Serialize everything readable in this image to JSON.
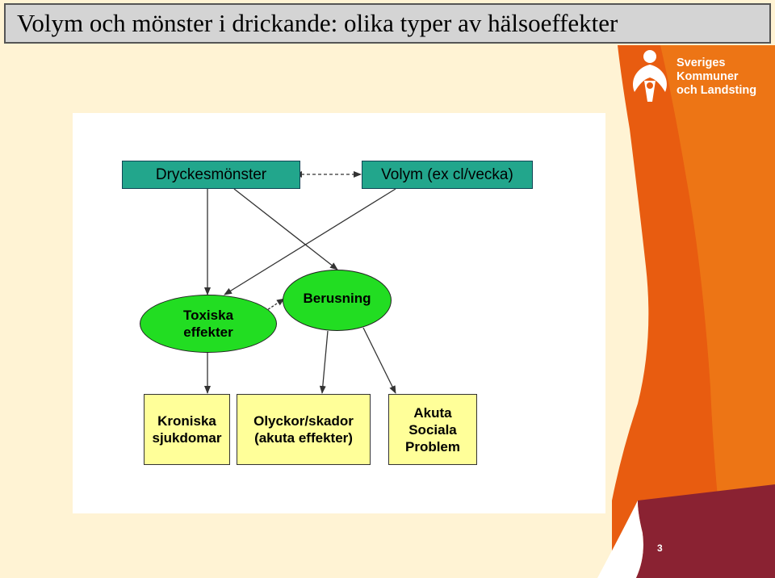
{
  "slide": {
    "title": "Volym och mönster i drickande: olika typer av hälsoeffekter",
    "page_number": "3"
  },
  "logo": {
    "lines": [
      "Sveriges",
      "Kommuner",
      "och Landsting"
    ]
  },
  "colors": {
    "background_yellow": "#fff3d4",
    "orange_band": "#e85c10",
    "accent_orange": "#f08a1a",
    "dark_red": "#8a2232",
    "teal_box": "#22a68c",
    "green_oval": "#22dd22",
    "yellow_box": "#ffff99"
  },
  "diagram": {
    "drinking_pattern": "Dryckesmönster",
    "volume": "Volym (ex cl/vecka)",
    "toxic_effects": "Toxiska\neffekter",
    "intoxication": "Berusning",
    "chronic_diseases": "Kroniska\nsjukdomar",
    "accidents": "Olyckor/skador\n(akuta effekter)",
    "acute_social": "Akuta\nSociala\nProblem"
  }
}
